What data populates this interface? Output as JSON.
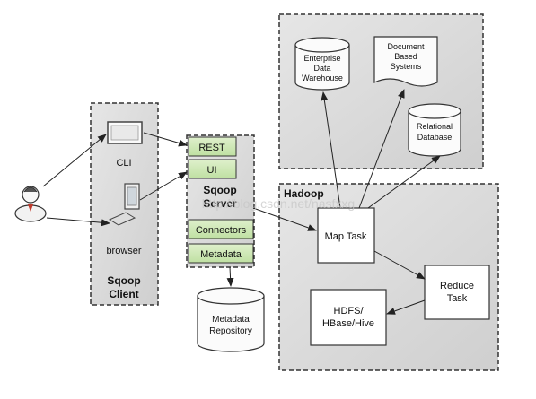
{
  "colors": {
    "server_green": "#cfe8b5",
    "panel_gray": "#d9d9d9",
    "stroke": "#222222"
  },
  "sqoop_client": {
    "title_line1": "Sqoop",
    "title_line2": "Client",
    "cli_label": "CLI",
    "browser_label": "browser"
  },
  "sqoop_server": {
    "title_line1": "Sqoop",
    "title_line2": "Server",
    "rest": "REST",
    "ui": "UI",
    "connectors": "Connectors",
    "metadata": "Metadata"
  },
  "metadata_repository": {
    "line1": "Metadata",
    "line2": "Repository"
  },
  "storage": {
    "edw": {
      "line1": "Enterprise",
      "line2": "Data",
      "line3": "Warehouse"
    },
    "docs": {
      "line1": "Document",
      "line2": "Based",
      "line3": "Systems"
    },
    "rdb": {
      "line1": "Relational",
      "line2": "Database"
    }
  },
  "hadoop": {
    "title": "Hadoop",
    "map_task": "Map Task",
    "reduce_task_line1": "Reduce",
    "reduce_task_line2": "Task",
    "hdfs_line1": "HDFS/",
    "hdfs_line2": "HBase/Hive"
  },
  "watermark": "http://blog.csdn.net/nasfxxg"
}
